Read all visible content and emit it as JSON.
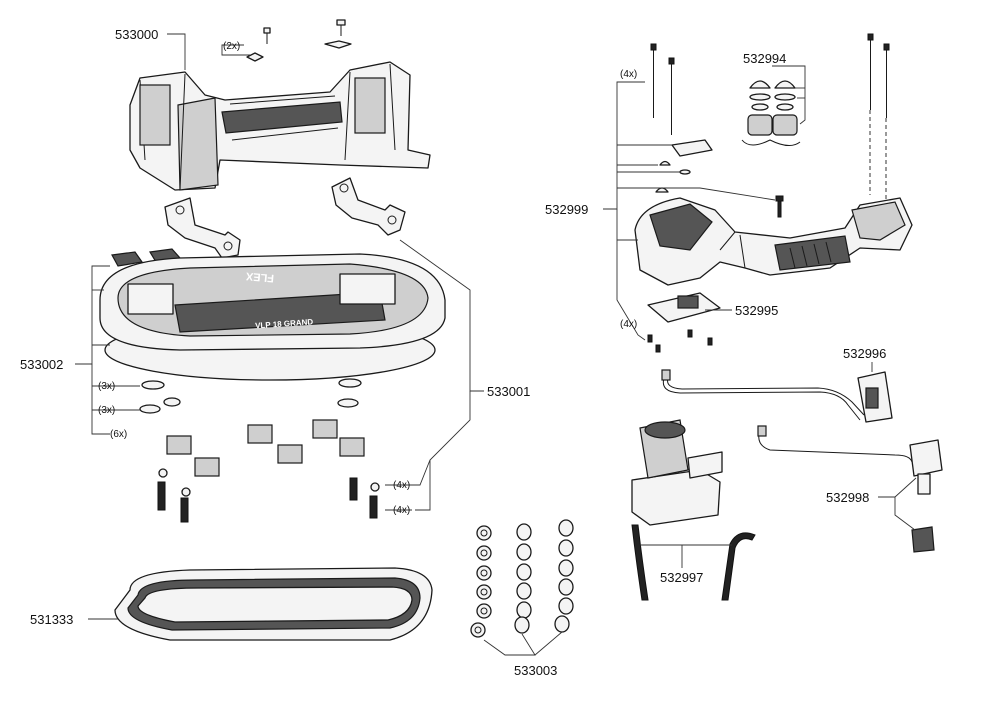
{
  "parts": {
    "p533000": "533000",
    "p533002": "533002",
    "p533001": "533001",
    "p531333": "531333",
    "p533003": "533003",
    "p532994": "532994",
    "p532999": "532999",
    "p532995": "532995",
    "p532996": "532996",
    "p532998": "532998",
    "p532997": "532997"
  },
  "quantities": {
    "q_2x": "(2x)",
    "q_3x_a": "(3x)",
    "q_3x_b": "(3x)",
    "q_6x": "(6x)",
    "q_4x_a": "(4x)",
    "q_4x_b": "(4x)",
    "q_4x_c": "(4x)",
    "q_4x_d": "(4x)"
  },
  "base_logo_text": "FLEX",
  "base_model_text": "VLP 18 GRAND"
}
